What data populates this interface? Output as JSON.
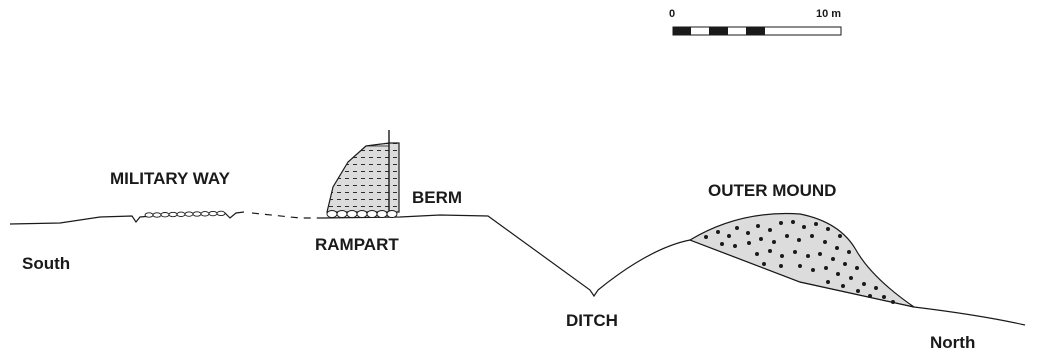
{
  "labels": {
    "military_way": "MILITARY WAY",
    "berm": "BERM",
    "outer_mound": "OUTER MOUND",
    "rampart": "RAMPART",
    "south": "South",
    "ditch": "DITCH",
    "north": "North"
  },
  "scale_bar": {
    "start_label": "0",
    "end_label": "10 m"
  },
  "colors": {
    "line": "#1a1a1a",
    "fill": "#dcdcdc"
  }
}
